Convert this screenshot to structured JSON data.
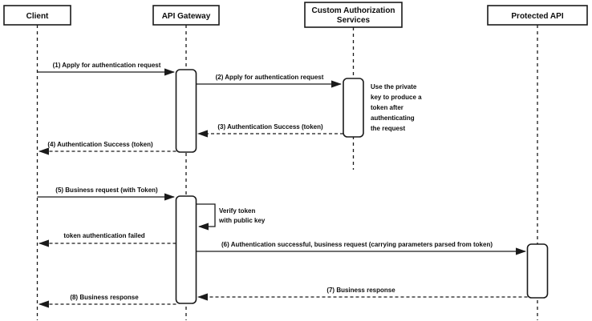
{
  "diagram_type": "uml-sequence",
  "colors": {
    "background": "#ffffff",
    "stroke": "#1a1a1a",
    "shape_fill": "#ffffff",
    "text": "#0d0d0d"
  },
  "actors": [
    {
      "label": "Client"
    },
    {
      "label": "API Gateway"
    },
    {
      "label_lines": [
        "Custom Authorization",
        "Services"
      ]
    },
    {
      "label": "Protected API"
    }
  ],
  "messages": [
    {
      "label": "(1) Apply for authentication request",
      "from": "Client",
      "to": "API Gateway",
      "line": "solid"
    },
    {
      "label": "(2) Apply for authentication request",
      "from": "API Gateway",
      "to": "Custom Authorization Services",
      "line": "solid"
    },
    {
      "label": "(3) Authentication Success (token)",
      "from": "Custom Authorization Services",
      "to": "API Gateway",
      "line": "dashed"
    },
    {
      "label": "(4) Authentication Success (token)",
      "from": "API Gateway",
      "to": "Client",
      "line": "dashed"
    },
    {
      "label": "(5) Business request (with Token)",
      "from": "Client",
      "to": "API Gateway",
      "line": "solid"
    },
    {
      "label": "token authentication failed",
      "from": "API Gateway",
      "to": "Client",
      "line": "dashed"
    },
    {
      "label": "(6) Authentication successful, business request (carrying parameters parsed from token)",
      "from": "API Gateway",
      "to": "Protected API",
      "line": "solid"
    },
    {
      "label": "(7) Business response",
      "from": "Protected API",
      "to": "API Gateway",
      "line": "dashed"
    },
    {
      "label": "(8) Business response",
      "from": "API Gateway",
      "to": "Client",
      "line": "dashed"
    }
  ],
  "self_message": {
    "target": "API Gateway",
    "lines": [
      "Verify token",
      "with public key"
    ]
  },
  "note": {
    "attached_to": "Custom Authorization Services",
    "lines": [
      "Use the private",
      "key to produce a",
      "token after",
      "authenticating",
      "the request"
    ]
  }
}
